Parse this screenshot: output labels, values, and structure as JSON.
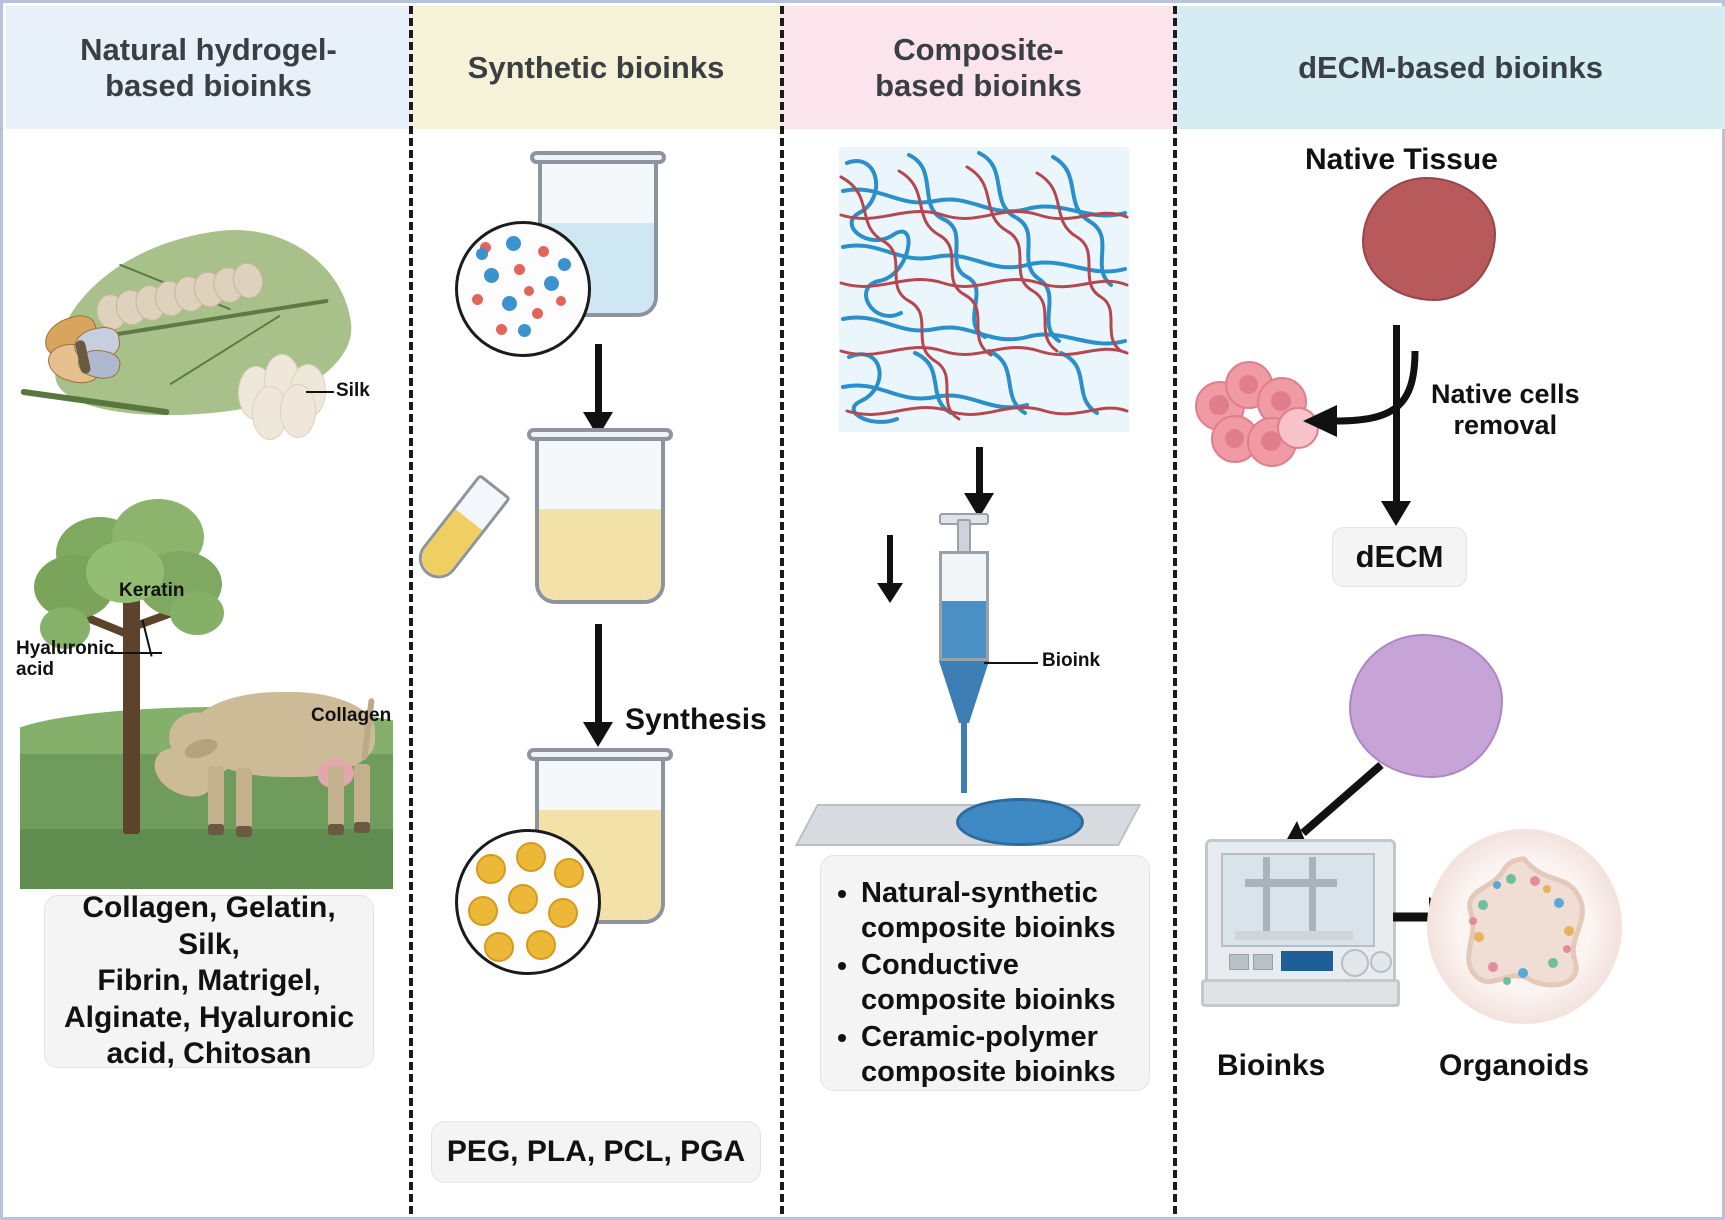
{
  "figure": {
    "title": "Bioink classification overview",
    "columns": [
      {
        "id": "natural",
        "header": "Natural hydrogel-based bioinks",
        "header_line1": "Natural hydrogel-",
        "header_line2": "based bioinks",
        "header_bg": "#e8f0f9",
        "callouts": [
          {
            "label": "Silk"
          },
          {
            "label": "Keratin"
          },
          {
            "label": "Hyaluronic acid",
            "line1": "Hyaluronic",
            "line2": "acid"
          },
          {
            "label": "Collagen"
          }
        ],
        "legend": "Collagen, Gelatin, Silk, Fibrin, Matrigel, Alginate, Hyaluronic acid, Chitosan",
        "legend_lines": [
          "Collagen, Gelatin, Silk,",
          "Fibrin, Matrigel,",
          "Alginate, Hyaluronic",
          "acid, Chitosan"
        ]
      },
      {
        "id": "synthetic",
        "header": "Synthetic bioinks",
        "header_bg": "#f5f2d8",
        "process_label": "Synthesis",
        "legend": "PEG, PLA, PCL, PGA"
      },
      {
        "id": "composite",
        "header": "Composite-based bioinks",
        "header_line1": "Composite-",
        "header_line2": "based bioinks",
        "header_bg": "#fbe4ec",
        "callouts": [
          {
            "label": "Bioink"
          }
        ],
        "bullets": [
          "Natural-synthetic composite bioinks",
          "Conductive composite bioinks",
          "Ceramic-polymer composite bioinks"
        ]
      },
      {
        "id": "decm",
        "header": "dECM-based bioinks",
        "header_bg": "#d5ecf3",
        "labels": {
          "native_tissue": "Native Tissue",
          "removal": "Native cells removal",
          "removal_line1": "Native cells",
          "removal_line2": "removal",
          "decm": "dECM",
          "bioinks": "Bioinks",
          "organoids": "Organoids"
        }
      }
    ],
    "colors": {
      "border": "#b9c2dd",
      "divider": "#1b1b1b",
      "arrow": "#111111",
      "legend_bg": "#f4f4f4",
      "natural_header": "#e8f0f9",
      "synthetic_header": "#f5f2d8",
      "composite_header": "#fbe4ec",
      "decm_header": "#d5ecf3",
      "bioink_blue": "#4a90c4",
      "tissue_red": "#b8595c",
      "cells_pink": "#ef9aa4",
      "decm_purple": "#c7a4d8",
      "leaf_green": "#a8c18a",
      "ground_green": "#6f9c5d"
    }
  }
}
